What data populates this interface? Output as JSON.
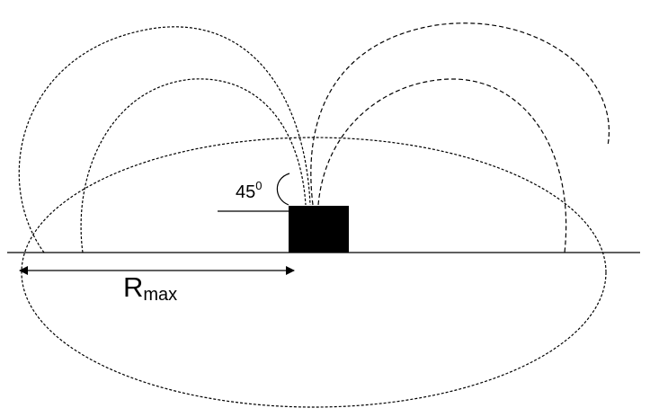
{
  "angle_label": {
    "value": "45",
    "superscript": "0"
  },
  "range_label": {
    "main": "R",
    "subscript": "max"
  },
  "colors": {
    "stroke": "#000000",
    "launcher_fill": "#000000",
    "background": "#ffffff"
  }
}
